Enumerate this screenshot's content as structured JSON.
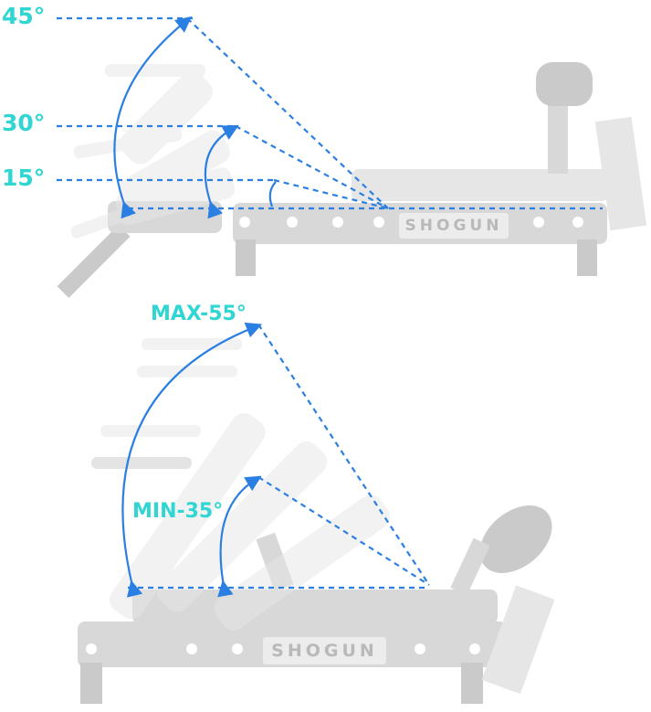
{
  "top_diagram": {
    "angle_labels": [
      "45°",
      "30°",
      "15°"
    ],
    "brand": "SHOGUN"
  },
  "bottom_diagram": {
    "max_label": "MAX-55°",
    "min_label": "MIN-35°",
    "brand": "SHOGUN"
  },
  "colors": {
    "label": "#2fd6d2",
    "guide_line": "#2b7fe3",
    "bench": "#cfcfcf"
  }
}
